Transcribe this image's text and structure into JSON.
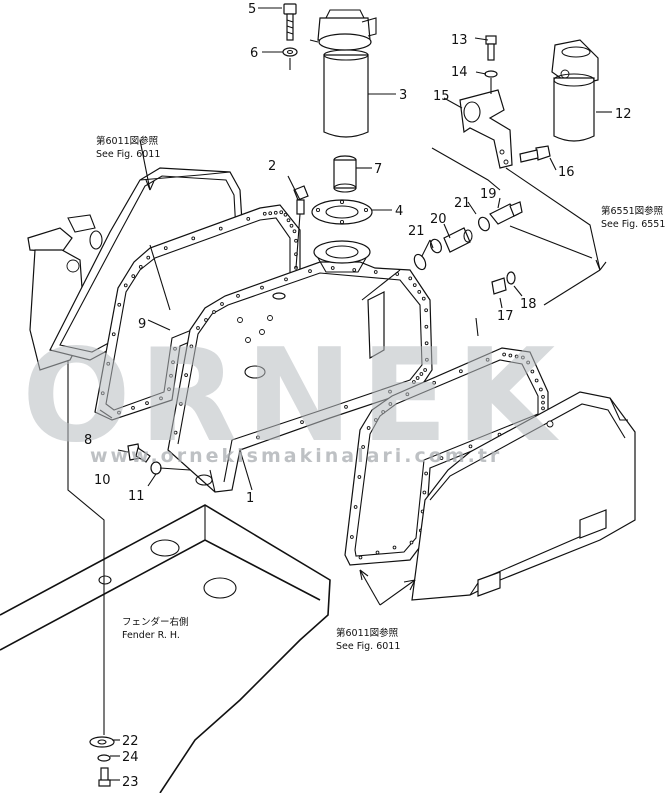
{
  "labels": {
    "n1": "1",
    "n2": "2",
    "n3": "3",
    "n4": "4",
    "n5": "5",
    "n6": "6",
    "n7": "7",
    "n8": "8",
    "n9": "9",
    "n10": "10",
    "n11": "11",
    "n12": "12",
    "n13": "13",
    "n14": "14",
    "n15": "15",
    "n16": "16",
    "n17": "17",
    "n18": "18",
    "n19": "19",
    "n20": "20",
    "n21a": "21",
    "n21b": "21",
    "n22": "22",
    "n23": "23",
    "n24": "24"
  },
  "references": {
    "fig6011_top_jp": "第6011図参照",
    "fig6011_top_en": "See Fig. 6011",
    "fig6551_jp": "第6551図参照",
    "fig6551_en": "See Fig. 6551",
    "fig6011_bottom_jp": "第6011図参照",
    "fig6011_bottom_en": "See Fig. 6011",
    "fender_jp": "フェンダー右側",
    "fender_en": "Fender R. H."
  },
  "watermark": {
    "brand": "ORNEK",
    "url": "www.ornekismakinalari.com.tr"
  }
}
